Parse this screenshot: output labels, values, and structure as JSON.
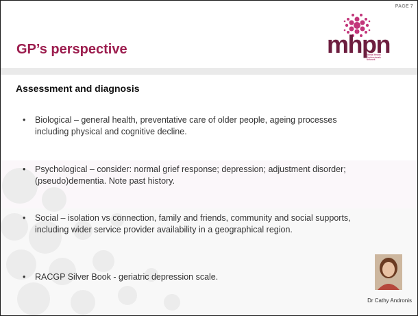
{
  "page_label": "PAGE 7",
  "title": "GP’s perspective",
  "logo": {
    "word": "mhpn",
    "subtitle_lines": [
      "Mental Health",
      "Professionals",
      "Network"
    ]
  },
  "subtitle": "Assessment and diagnosis",
  "bullets": [
    "Biological – general health, preventative care of older people, ageing processes including physical and cognitive decline.",
    "Psychological – consider: normal grief response; depression; adjustment disorder; (pseudo)dementia. Note past history.",
    "Social – isolation vs connection, family and friends, community and social supports, including wider service provider availability in a geographical region.",
    "RACGP Silver Book - geriatric depression scale."
  ],
  "photo_caption": "Dr Cathy Andronis",
  "colors": {
    "title": "#9c1d4e",
    "logo_word": "#6d1e3f",
    "logo_dots": "#c2357a"
  }
}
